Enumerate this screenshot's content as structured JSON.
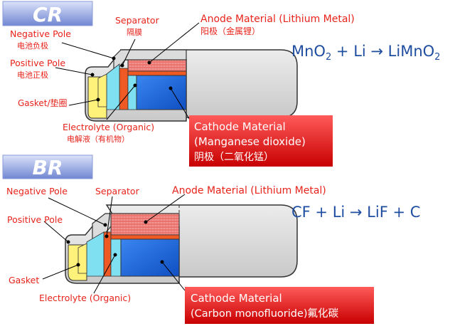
{
  "cr": {
    "badge": "CR",
    "negative_pole_en": "Negative Pole",
    "negative_pole_zh": "电池负极",
    "positive_pole_en": "Positive Pole",
    "positive_pole_zh": "电池正极",
    "gasket": "Gasket/垫圈",
    "separator_en": "Separator",
    "separator_zh": "隔膜",
    "anode_en": "Anode Material (Lithium Metal)",
    "anode_zh": "阳极（金属锂）",
    "electrolyte_en": "Electrolyte (Organic)",
    "electrolyte_zh": "电解液（有机物）",
    "cathode_line1": "Cathode Material",
    "cathode_line2": "(Manganese dioxide)",
    "cathode_line3": "阴极（二氧化锰）",
    "equation_prefix": "MnO",
    "equation_sub1": "2",
    "equation_middle": " + Li → LiMnO",
    "equation_sub2": "2"
  },
  "br": {
    "badge": "BR",
    "negative_pole": "Negative Pole",
    "positive_pole": "Positive Pole",
    "gasket": "Gasket",
    "separator": "Separator",
    "anode": "Anode Material (Lithium Metal)",
    "electrolyte": "Electrolyte (Organic)",
    "cathode_line1": "Cathode Material",
    "cathode_line2": "(Carbon monofluoride)氟化碳",
    "equation": "CF + Li → LiF + C"
  },
  "colors": {
    "badge_gradient_top": "#c9d2f2",
    "badge_gradient_bottom": "#7c8fd6",
    "label_red": "#e8231b",
    "equation_blue": "#1f4ea0",
    "cathode_box_top": "#ff5a5a",
    "cathode_box_bottom": "#c80000",
    "cell_gray": "#dcdcdc",
    "anode_pink": "#f07a78",
    "cathode_blue": "#1e63d8",
    "electrolyte_cyan": "#7fe0f2",
    "gasket_yellow": "#fff27a",
    "separator_orange": "#ef5a24"
  }
}
